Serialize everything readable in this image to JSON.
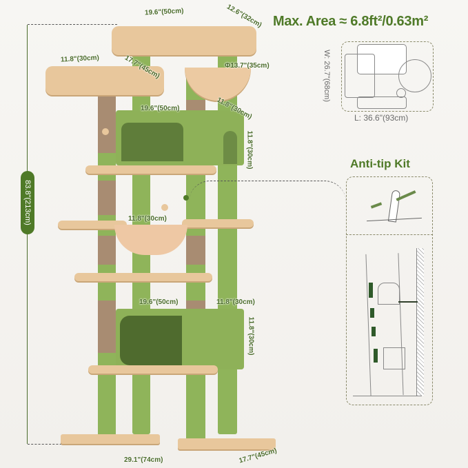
{
  "header": {
    "max_area_label": "Max. Area ≈ 6.8ft²/0.63m²"
  },
  "footprint": {
    "width_label": "W: 26.7\"(68cm)",
    "length_label": "L: 36.6\"(93cm)"
  },
  "anti_tip": {
    "title": "Anti-tip Kit"
  },
  "dimensions": {
    "total_height": "83.8\"(213cm)",
    "top_perch_length": "19.6\"(50cm)",
    "top_perch_depth": "12.6\"(32cm)",
    "left_perch_length": "11.8\"(30cm)",
    "left_perch_depth": "17.7\"(45cm)",
    "basket_diameter": "Φ13.7\"(35cm)",
    "upper_condo_length": "19.6\"(50cm)",
    "upper_condo_depth": "11.8\"(30cm)",
    "upper_condo_height": "11.8\"(30cm)",
    "hammock_width": "11.8\"(30cm)",
    "lower_condo_length": "19.6\"(50cm)",
    "lower_condo_depth": "11.8\"(30cm)",
    "lower_condo_height": "11.8\"(30cm)",
    "base_length": "29.1\"(74cm)",
    "base_depth": "17.7\"(45cm)"
  },
  "colors": {
    "accent_green": "#4f7a28",
    "post_green": "#8fb45a",
    "plush_beige": "#e8c79c",
    "sisal": "#a88c72",
    "background": "#f4f2ee"
  }
}
